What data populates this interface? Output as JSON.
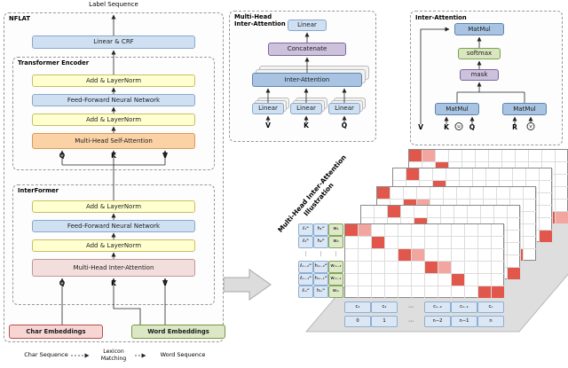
{
  "colors": {
    "red_strong": "#e2574c",
    "red_light": "#f3a6a0",
    "blue_box": "#cfe0f2",
    "yellow_box": "#ffffcf",
    "orange_box": "#fad2a6",
    "pink_box": "#f2dedd",
    "purple_box": "#cdc2dc",
    "green_box": "#d9e6c0",
    "midblue_box": "#a9c4e2"
  },
  "nflat": {
    "title": "NFLAT",
    "label_sequence": "Label Sequence",
    "linear_crf": "Linear & CRF",
    "encoder": {
      "title": "Transformer Encoder",
      "boxes": [
        "Add & LayerNorm",
        "Feed-Forward Neural Network",
        "Add & LayerNorm",
        "Multi-Head Self-Attention"
      ],
      "q": "Q",
      "k": "K",
      "v": "V"
    },
    "interformer": {
      "title": "InterFormer",
      "boxes": [
        "Add & LayerNorm",
        "Feed-Forward Neural Network",
        "Add & LayerNorm",
        "Multi-Head Inter-Attention"
      ],
      "q": "Q",
      "k": "K",
      "v": "V"
    },
    "char_embeddings": "Char Embeddings",
    "word_embeddings": "Word Embeddings",
    "char_sequence": "Char Sequence",
    "lexicon_1": "Lexicon",
    "lexicon_2": "Matching",
    "word_sequence": "Word Sequence"
  },
  "mhia": {
    "title_1": "Multi-Head",
    "title_2": "Inter-Attention",
    "linear": "Linear",
    "concatenate": "Concatenate",
    "inter_attention": "Inter-Attention",
    "linear_v": "Linear",
    "linear_k": "Linear",
    "linear_q": "Linear",
    "v": "V",
    "k": "K",
    "q": "Q"
  },
  "ia": {
    "title": "Inter-Attention",
    "matmul_top": "MatMul",
    "softmax": "softmax",
    "mask": "mask",
    "matmul_left": "MatMul",
    "matmul_right": "MatMul",
    "v": "V",
    "k": "K",
    "u": "u",
    "q": "Q",
    "r": "R",
    "v2": "v"
  },
  "illustration": {
    "label_1": "Multi-Head Inter-Attention",
    "label_2": "Illustration",
    "row_labels": [
      [
        "ℓ₁ʷ",
        "h₁ʷ",
        "w₁"
      ],
      [
        "ℓ₂ʷ",
        "h₂ʷ",
        "w₂"
      ],
      [
        "⋮",
        "⋮",
        "⋮"
      ],
      [
        "ℓₘ₋₂ʷ",
        "hₘ₋₂ʷ",
        "wₘ₋₂"
      ],
      [
        "ℓₘ₋₁ʷ",
        "hₘ₋₁ʷ",
        "wₘ₋₁"
      ],
      [
        "ℓₘʷ",
        "hₘʷ",
        "wₘ"
      ]
    ],
    "char_cells": [
      "c₁",
      "c₂",
      "⋯",
      "cₙ₋₂",
      "cₙ₋₁",
      "cₙ"
    ],
    "index_cells": [
      "0",
      "1",
      "⋯",
      "n−2",
      "n−1",
      "n"
    ],
    "grid_cols": 12,
    "grid_rows": 6,
    "layers": [
      {
        "red": [
          [
            0,
            0
          ],
          [
            0,
            1,
            1
          ],
          [
            1,
            2
          ],
          [
            2,
            4
          ],
          [
            2,
            5,
            1
          ],
          [
            3,
            6
          ],
          [
            4,
            8
          ],
          [
            5,
            10
          ],
          [
            5,
            11,
            1
          ]
        ]
      },
      {
        "red": [
          [
            0,
            1
          ],
          [
            1,
            3
          ],
          [
            2,
            5
          ],
          [
            3,
            7
          ],
          [
            3,
            8,
            1
          ],
          [
            4,
            9
          ],
          [
            5,
            11
          ]
        ]
      },
      {
        "red": [
          [
            0,
            0
          ],
          [
            1,
            2
          ],
          [
            1,
            3,
            1
          ],
          [
            2,
            4
          ],
          [
            3,
            6
          ],
          [
            4,
            8
          ],
          [
            4,
            9,
            1
          ],
          [
            5,
            10
          ]
        ]
      },
      {
        "red": [
          [
            0,
            2
          ],
          [
            1,
            4
          ],
          [
            2,
            5
          ],
          [
            2,
            6,
            1
          ],
          [
            3,
            8
          ],
          [
            4,
            9
          ],
          [
            5,
            11
          ]
        ]
      },
      {
        "red": [
          [
            0,
            0
          ],
          [
            0,
            1,
            1
          ],
          [
            1,
            2
          ],
          [
            2,
            4
          ],
          [
            2,
            5,
            1
          ],
          [
            3,
            6
          ],
          [
            3,
            7,
            1
          ],
          [
            4,
            8
          ],
          [
            5,
            10
          ],
          [
            5,
            11
          ]
        ]
      }
    ]
  }
}
